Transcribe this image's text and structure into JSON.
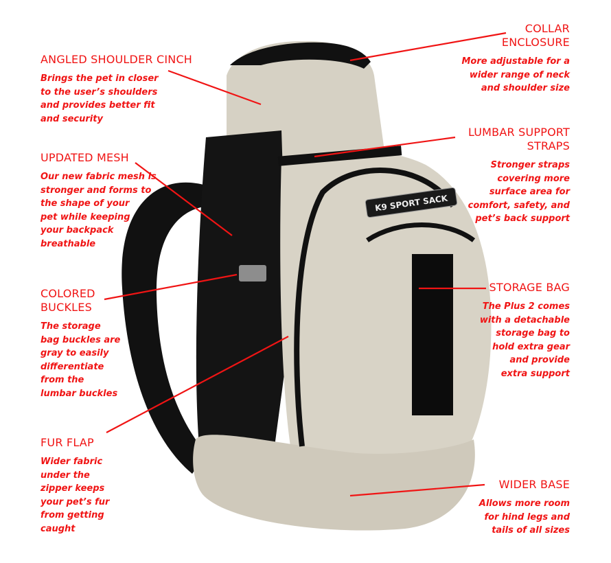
{
  "brand_logo": "K9 SPORT SACK",
  "accent_color": "#f01414",
  "callouts": {
    "shoulder_cinch": {
      "title": "ANGLED SHOULDER CINCH",
      "lines": [
        "Brings the pet in closer",
        "to the user’s shoulders",
        "and provides better fit",
        "and security"
      ]
    },
    "mesh": {
      "title": "UPDATED MESH",
      "lines": [
        "Our new fabric mesh is",
        "stronger and forms to",
        "the shape of your",
        "pet while keeping",
        "your backpack",
        "breathable"
      ]
    },
    "buckles": {
      "title_lines": [
        "COLORED",
        "BUCKLES"
      ],
      "lines": [
        "The storage",
        "bag buckles are",
        "gray to easily",
        "differentiate",
        "from the",
        "lumbar buckles"
      ]
    },
    "fur_flap": {
      "title": "FUR FLAP",
      "lines": [
        "Wider fabric",
        "under the",
        "zipper keeps",
        "your pet’s fur",
        "from getting",
        "caught"
      ]
    },
    "collar": {
      "title_lines": [
        "COLLAR",
        "ENCLOSURE"
      ],
      "lines": [
        "More adjustable for a",
        "wider range of neck",
        "and shoulder size"
      ]
    },
    "lumbar": {
      "title_lines": [
        "LUMBAR SUPPORT",
        "STRAPS"
      ],
      "lines": [
        "Stronger straps",
        "covering more",
        "surface area for",
        "comfort, safety, and",
        "pet’s back support"
      ]
    },
    "storage": {
      "title": "STORAGE BAG",
      "lines": [
        "The Plus 2 comes",
        "with a detachable",
        "storage bag to",
        "hold extra gear",
        "and provide",
        "extra support"
      ]
    },
    "base": {
      "title": "WIDER BASE",
      "lines": [
        "Allows more room",
        "for hind legs and",
        "tails of all sizes"
      ]
    }
  }
}
